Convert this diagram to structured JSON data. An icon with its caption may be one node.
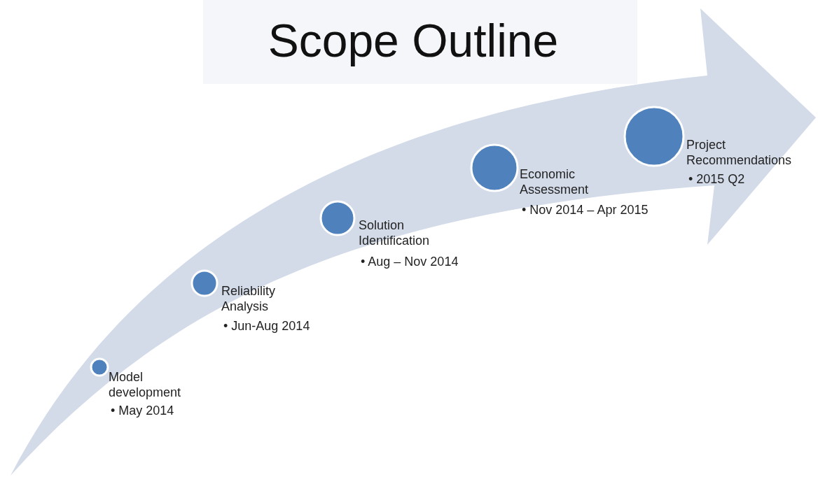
{
  "diagram": {
    "title": "Scope Outline",
    "nodes": [
      {
        "text": [
          "Model development",
          "• May 2014"
        ]
      },
      {
        "text": [
          "Reliability Analysis",
          "• Jun-Aug 2014"
        ]
      },
      {
        "text": [
          "Solution Identification",
          "• Aug – Nov 2014"
        ]
      },
      {
        "text": [
          "Economic Assessment",
          "• Nov 2014 – Apr 2015"
        ]
      },
      {
        "text": [
          "Project Recommendations",
          "• 2015 Q2"
        ]
      }
    ],
    "edges": []
  }
}
